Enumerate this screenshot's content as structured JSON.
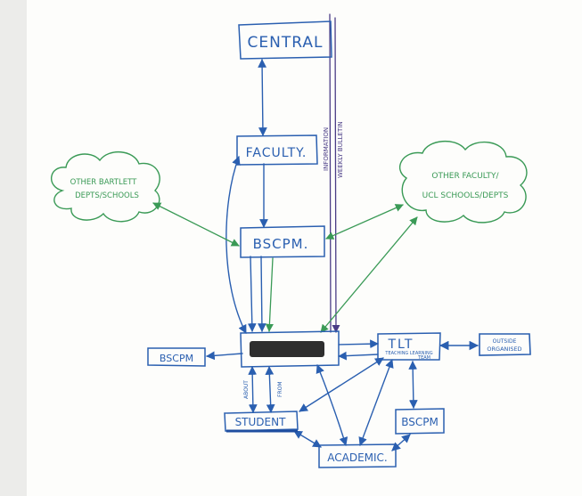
{
  "colors": {
    "blue": "#2a5fb0",
    "green": "#3a9a56",
    "purple": "#4a3c86",
    "dark": "#333333"
  },
  "nodes": {
    "central": "CENTRAL",
    "faculty": "FACULTY.",
    "bscpm_main": "BSCPM.",
    "bscpm_left": "BSCPM",
    "bscpm_right": "BSCPM",
    "student": "STUDENT",
    "academic": "ACADEMIC.",
    "tlt_title": "TLT",
    "tlt_sub1": "TEACHING LEARNING",
    "tlt_sub2": "TEAM",
    "outside_1": "OUTSIDE",
    "outside_2": "ORGANISED",
    "other_bartlett_1": "OTHER BARTLETT",
    "other_bartlett_2": "DEPTS/SCHOOLS",
    "other_faculty_1": "OTHER FACULTY/",
    "other_faculty_2": "UCL SCHOOLS/DEPTS"
  },
  "edge_labels": {
    "info_1": "INFORMATION",
    "info_2": "WEEKLY BULLETIN",
    "about": "ABOUT",
    "from": "FROM"
  }
}
